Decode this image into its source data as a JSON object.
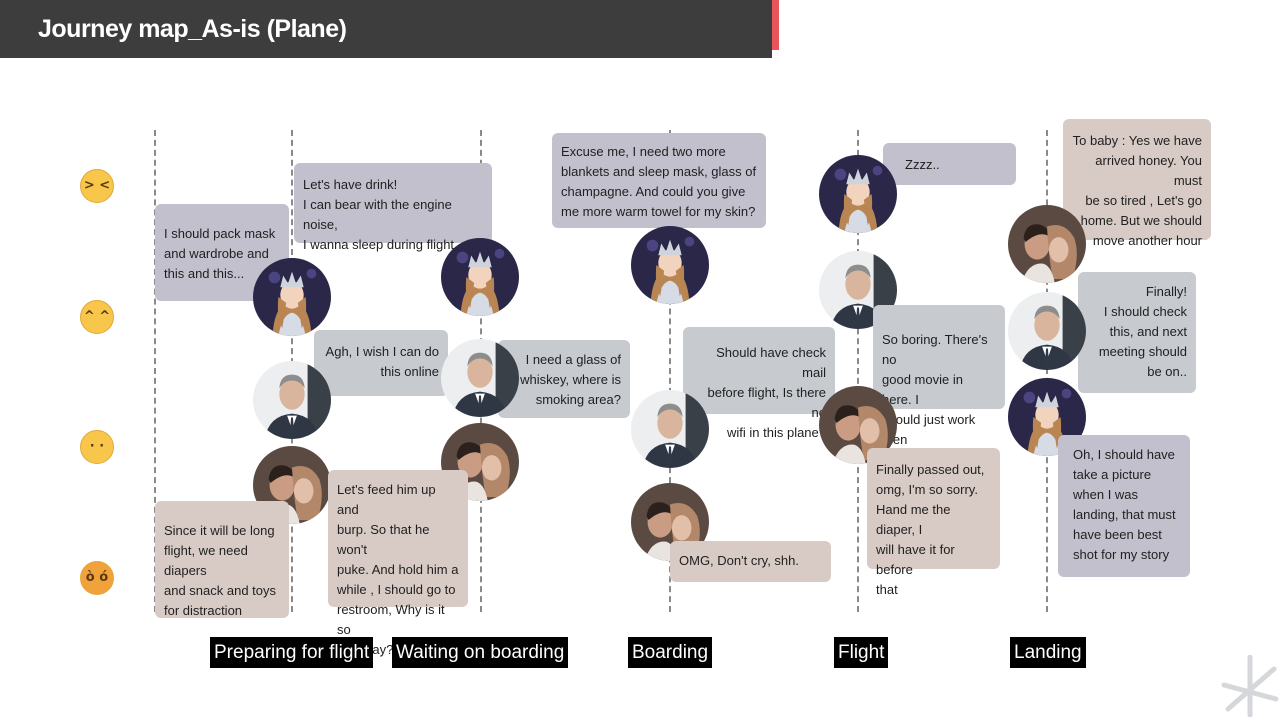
{
  "title": "Journey map_As-is (Plane)",
  "colors": {
    "header": "#3d3d3d",
    "accent": "#e8555a",
    "bubble_woman": "#c2c0cd",
    "bubble_businessman": "#c7cacf",
    "bubble_family": "#d8cbc6"
  },
  "emotions": [
    {
      "icon": "grinning-squinting-face-icon",
      "glyph": "> <"
    },
    {
      "icon": "beaming-face-icon",
      "glyph": "^ ^"
    },
    {
      "icon": "slightly-smiling-face-icon",
      "glyph": "· ·"
    },
    {
      "icon": "angry-face-icon",
      "glyph": "ò ó"
    }
  ],
  "stages": [
    "Preparing for flight",
    "Waiting on boarding",
    "Boarding",
    "Flight",
    "Landing"
  ],
  "personas": [
    "woman-with-crown",
    "businessman",
    "couple-with-baby"
  ],
  "quotes": {
    "pack_mask": "I should pack mask\nand wardrobe and\nthis and this...",
    "have_drink": "Let's have drink!\nI can bear with the engine noise,\nI wanna sleep during flight",
    "excuse_me": "Excuse me, I need two more\nblankets and sleep mask, glass of\nchampagne. And could you give\nme more warm towel for my skin?",
    "zzzz": "Zzzz..",
    "to_baby": "To baby : Yes we have\narrived honey. You must\nbe so tired , Let's go\nhome. But we should\nmove another hour",
    "do_online": "Agh, I wish I can do\nthis online",
    "whiskey": "I need a glass of\nwhiskey,  where is\nsmoking area?",
    "check_mail": "Should have check  mail\nbefore flight, Is there no\nwifi in this plane?",
    "so_boring": "So boring. There's no\ngood movie in here. I\nshould just work then",
    "finally": "Finally!\nI should check\nthis, and next\nmeeting should\nbe on..",
    "long_flight": "Since it will be long\nflight, we need diapers\nand snack and toys\nfor distraction",
    "feed_him": "Let's feed him up and\nburp. So that he won't\npuke. And hold him a\nwhile , I should go to\nrestroom, Why is it so\nfar away?",
    "dont_cry": "OMG, Don't cry, shh.",
    "passed_out": "Finally passed out,\nomg, I'm so sorry.\nHand me the diaper, I\nwill have it for before\nthat",
    "take_picture": "Oh, I should have\ntake a picture\nwhen I was\nlanding, that must\nhave been best\nshot for my story"
  }
}
